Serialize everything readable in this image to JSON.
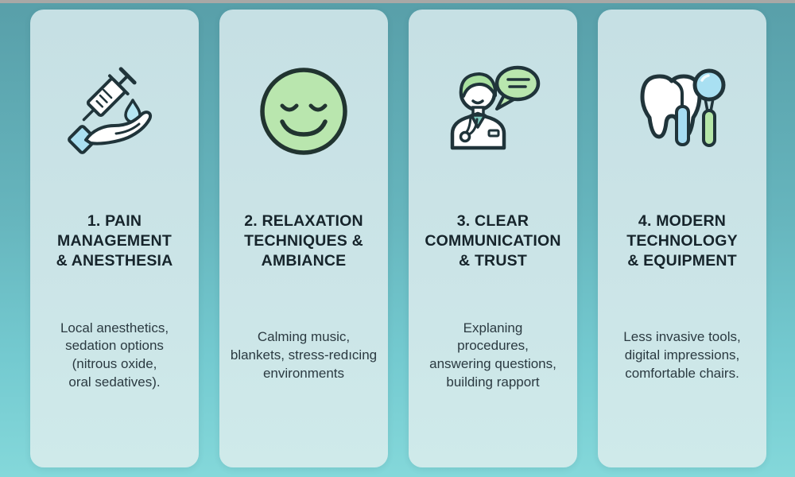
{
  "palette": {
    "background_top": "#589fa9",
    "background_bottom": "#84d8da",
    "top_strip": "#a8a8a6",
    "card_background": "#cbe4e7",
    "title_text": "#16242b",
    "body_text": "#2b3a41",
    "icon_outline": "#20343a",
    "icon_green": "#b9e6ae",
    "icon_light_blue": "#a9dff2",
    "icon_white": "#ffffff"
  },
  "cards": [
    {
      "number": "1",
      "icon": "syringe-hand-icon",
      "title": "1. PAIN MANAGEMENT & ANESTHESIA",
      "title_lines": [
        "1. PAIN",
        "MANAGEMENT",
        "& ANESTHESIA"
      ],
      "description": "Local anesthetics, sedation options (nitrous oxide, oral sedatives).",
      "description_lines": [
        "Local anesthetics,",
        "sedation options",
        "(nitrous oxide,",
        "oral sedatives)."
      ]
    },
    {
      "number": "2",
      "icon": "relaxed-smiley-icon",
      "title": "2. RELAXATION TECHNIQUES & AMBIANCE",
      "title_lines": [
        "2. RELAXATION",
        "TECHNIQUES &",
        "AMBIANCE"
      ],
      "description": "Calming music, blankets, stress-redıcing environments",
      "description_lines": [
        "Calming music,",
        "blankets, stress-redıcing",
        "environments"
      ]
    },
    {
      "number": "3",
      "icon": "dentist-speech-bubble-icon",
      "title": "3. CLEAR COMMUNICATION & TRUST",
      "title_lines": [
        "3. CLEAR",
        "COMMUNICATION",
        "& TRUST"
      ],
      "description": "Explaning procedures, answering questions, building rapport",
      "description_lines": [
        "Explaning",
        "procedures,",
        "answering questions,",
        "building rapport"
      ]
    },
    {
      "number": "4",
      "icon": "tooth-dental-tools-icon",
      "title": "4. MODERN TECHNOLOGY & EQUIPMENT",
      "title_lines": [
        "4. MODERN",
        "TECHNOLOGY",
        "& EQUIPMENT"
      ],
      "description": "Less invasive tools, digital impressions, comfortable chairs.",
      "description_lines": [
        "Less invasive tools,",
        "digital impressions,",
        "comfortable chairs."
      ]
    }
  ]
}
